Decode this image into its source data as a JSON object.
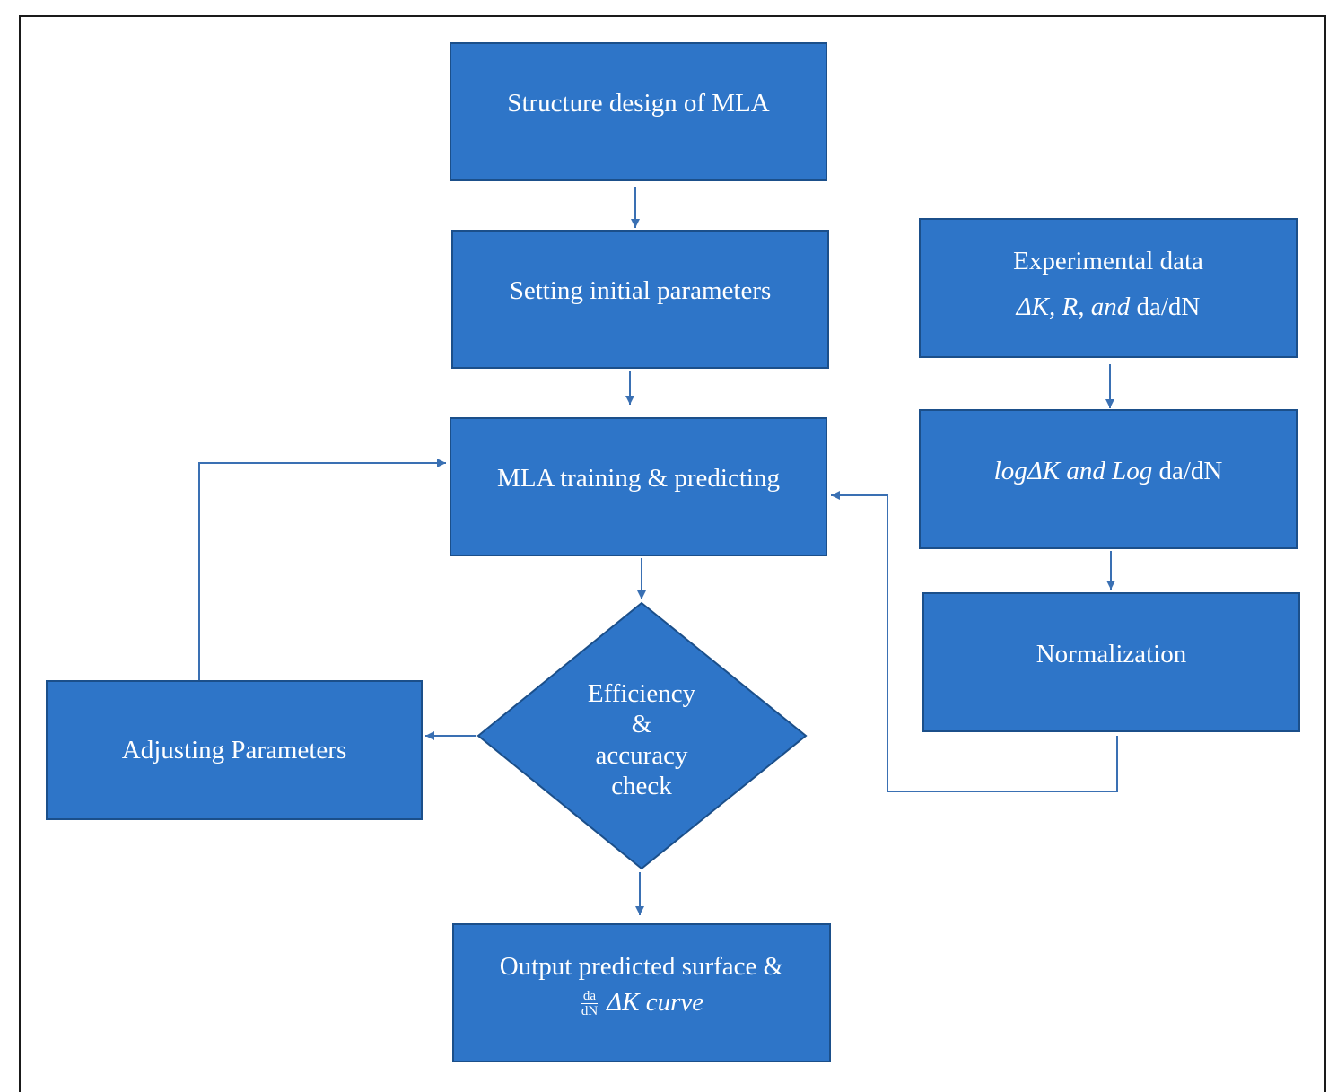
{
  "colors": {
    "box_fill": "#2e75c8",
    "box_border": "#1b4f8a",
    "connector": "#3a70b3",
    "text": "#ffffff",
    "frame": "#1a1a1a"
  },
  "nodes": {
    "structure_design": {
      "label": "Structure design of MLA"
    },
    "setting_params": {
      "label": "Setting initial parameters"
    },
    "training": {
      "label": "MLA training & predicting"
    },
    "decision": {
      "line1": "Efficiency",
      "line2": "&",
      "line3": "accuracy",
      "line4": "check"
    },
    "adjusting": {
      "label": "Adjusting Parameters"
    },
    "output": {
      "line1": "Output predicted surface &",
      "frac_num": "da",
      "frac_den": "dN",
      "curve_text": "ΔK curve"
    },
    "experimental": {
      "line1": "Experimental data",
      "math": "ΔK, R, and",
      "unit": "da/dN"
    },
    "log_transform": {
      "math": "logΔK and Log",
      "unit": "da/dN"
    },
    "normalization": {
      "label": "Normalization"
    }
  }
}
